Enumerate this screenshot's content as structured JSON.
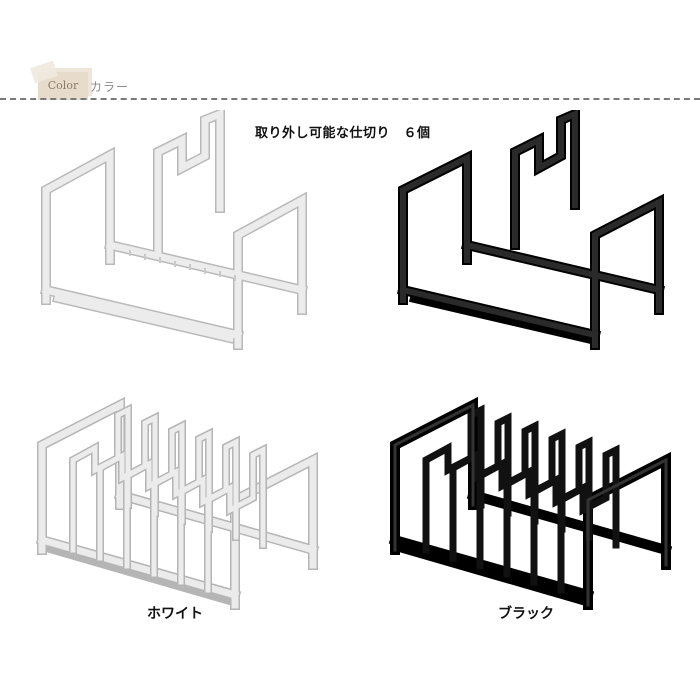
{
  "header": {
    "color_tag": "Color",
    "color_title": "カラー"
  },
  "caption": "取り外し可能な仕切り　６個",
  "variants": {
    "white": {
      "label": "ホワイト",
      "stroke": "#e8e8e8",
      "outline": "#b5b5b5"
    },
    "black": {
      "label": "ブラック",
      "stroke": "#1c1c1c",
      "outline": "#000000"
    }
  }
}
